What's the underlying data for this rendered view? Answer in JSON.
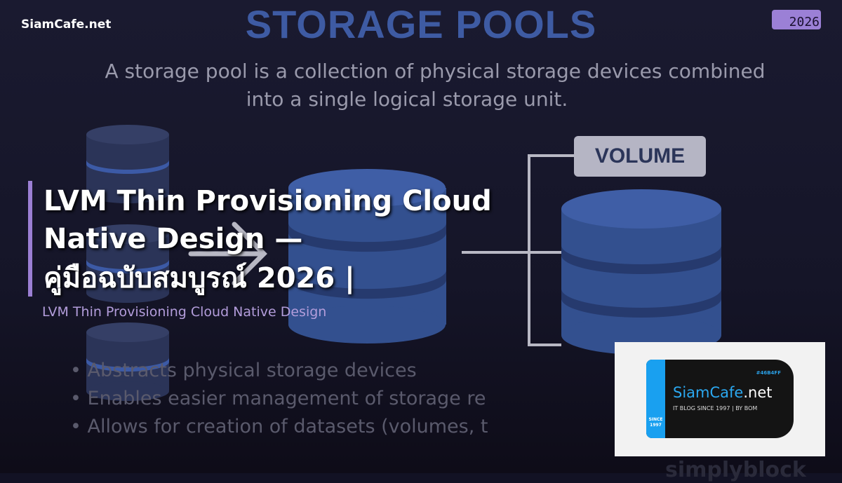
{
  "brand": "SiamCafe.net",
  "year_badge": "2026",
  "diagram": {
    "title": "STORAGE POOLS",
    "subtitle_lines": [
      "A storage pool is a collection of physical storage devices combined",
      "into a single logical storage unit."
    ],
    "volume_label": "VOLUME",
    "bullets": [
      "Abstracts physical storage devices",
      "Enables easier management of storage re",
      "Allows for creation of datasets (volumes, t"
    ],
    "watermark": "simplyblock"
  },
  "headline": {
    "lines": [
      "LVM Thin Provisioning Cloud",
      "Native Design —",
      "คู่มือฉบับสมบูรณ์ 2026 |"
    ],
    "subtitle": "LVM Thin Provisioning Cloud Native Design"
  },
  "logo": {
    "hex": "#46B4FF",
    "name_main": "SiamCafe",
    "name_tld": ".net",
    "tagline": "IT BLOG SINCE 1997 | BY BOM",
    "since": "SINCE 1997"
  },
  "colors": {
    "accent": "#9b7fd4",
    "title_blue": "#3e5ba3",
    "logo_blue": "#19a0f0"
  }
}
